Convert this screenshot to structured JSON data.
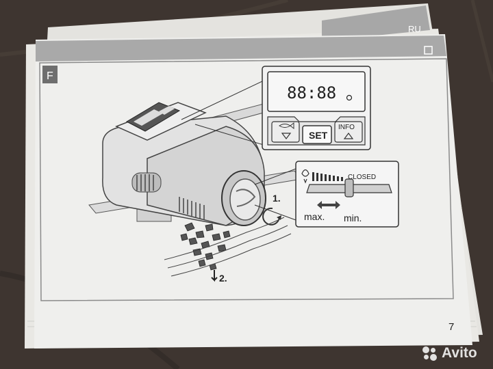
{
  "page": {
    "language_tab": "RU",
    "section_letter": "F",
    "page_number": "7"
  },
  "display": {
    "time": "88:88"
  },
  "buttons": {
    "set_label": "SET",
    "info_label": "INFO"
  },
  "opening_scale": {
    "closed_label": "CLOSED",
    "max_label": "max.",
    "min_label": "min."
  },
  "steps": {
    "step1": "1.",
    "step2": "2."
  },
  "watermark": {
    "brand": "Avito"
  },
  "icons": [
    "fish-icon",
    "arrow-down-icon",
    "arrow-up-icon",
    "rotate-arrow-icon",
    "double-arrow-icon",
    "clock-icon"
  ],
  "colors": {
    "table": "#3e3530",
    "paper": "#efefed",
    "header_band": "#a9a9a9",
    "frame": "#8a8a8a"
  }
}
